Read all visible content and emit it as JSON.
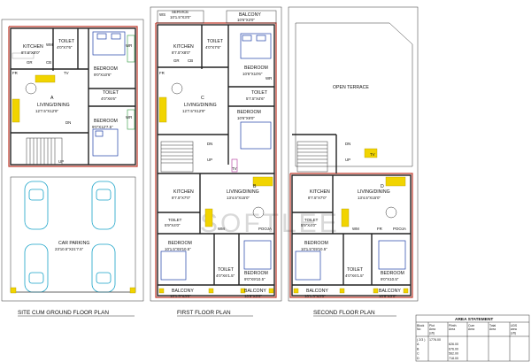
{
  "watermark": "SOFTLEE",
  "plans": {
    "ground": {
      "caption": "SITE CUM GROUND  FLOOR PLAN",
      "kitchen": "KITCHEN",
      "kitchen_dim": "8'7.5\"X8'0\"",
      "wm": "WM",
      "gr": "GR",
      "cb": "CB",
      "fr": "FR",
      "tv": "TV",
      "dn": "DN",
      "toilet_top": "TOILET",
      "toilet_top_dim": "4'0\"X7'6\"",
      "bedroom_top": "BEDROOM",
      "bedroom_top_dim": "9'0\"X10'6\"",
      "wr_top": "WR",
      "unit": "A",
      "living": "LIVING/DINING",
      "living_dim": "12'7.5\"X12'9\"",
      "toilet_mid": "TOILET",
      "toilet_mid_dim": "4'0\"X6'6\"",
      "bedroom_mid": "BEDROOM",
      "bedroom_mid_dim": "9'0\"X12'7.5\"",
      "wr_mid": "WR",
      "up": "UP",
      "car_parking": "CAR PARKING",
      "car_parking_dim": "23'10.5\"X21'7.5\""
    },
    "first": {
      "caption": "FIRST FLOOR PLAN",
      "service": "SERVICE",
      "service_dim": "10'1.5\"X3'0\"",
      "ws": "WS",
      "balcony_top": "BALCONY",
      "balcony_top_dim": "10'6\"X3'0\"",
      "kitchen": "KITCHEN",
      "kitchen_dim": "8'7.5\"X8'0\"",
      "toilet_top": "TOILET",
      "toilet_top_dim": "4'0\"X7'6\"",
      "bedroom_top": "BEDROOM",
      "bedroom_top_dim": "10'6\"X10'6\"",
      "wr": "WR",
      "fr": "FR",
      "cb": "CB",
      "gr": "GR",
      "unit_c": "C",
      "living_c": "LIVING/DINING",
      "living_c_dim": "12'7.5\"X12'9\"",
      "toilet_mid": "TOILET",
      "toilet_mid_dim": "5'7.5\"X4'6\"",
      "bedroom_mid": "BEDROOM",
      "bedroom_mid_dim": "10'6\"X9'0\"",
      "dn": "DN",
      "up": "UP",
      "tv": "TV",
      "unit_b": "B",
      "kitchen_b": "KITCHEN",
      "kitchen_b_dim": "8'7.5\"X7'0\"",
      "living_b": "LIVING/DINING",
      "living_b_dim": "13'4.5\"X15'0\"",
      "toilet_b": "TOILET",
      "toilet_b_dim": "5'9\"X4'0\"",
      "pooja": "POOJA",
      "wm": "WM",
      "bedroom_l": "BEDROOM",
      "bedroom_l_dim": "10'1.5\"X9'10.5\"",
      "toilet_low": "TOILET",
      "toilet_low_dim": "4'0\"X6'1.5\"",
      "bedroom_r": "BEDROOM",
      "bedroom_r_dim": "9'0\"X9'10.5\"",
      "balcony_l": "BALCONY",
      "balcony_l_dim": "10'1.5\"X3'0\"",
      "balcony_r": "BALCONY",
      "balcony_r_dim": "10'6\"X3'0\""
    },
    "second": {
      "caption": "SECOND  FLOOR PLAN",
      "terrace": "OPEN TERRACE",
      "unit_d": "D",
      "kitchen": "KITCHEN",
      "kitchen_dim": "8'7.5\"X7'0\"",
      "living": "LIVING/DINING",
      "living_dim": "13'4.5\"X15'0\"",
      "toilet": "TOILET",
      "toilet_dim": "5'9\"X4'0\"",
      "pooja": "POOJA",
      "wm": "WM",
      "fr": "FR",
      "dn": "DN",
      "tv": "TV",
      "up": "UP",
      "bedroom_l": "BEDROOM",
      "bedroom_l_dim": "10'1.5\"X9'10.5\"",
      "toilet_low": "TOILET",
      "toilet_low_dim": "4'0\"X6'1.5\"",
      "bedroom_r": "BEDROOM",
      "bedroom_r_dim": "9'0\"X10.5\"",
      "balcony_l": "BALCONY",
      "balcony_l_dim": "10'1.5\"X3'0\"",
      "balcony_r": "BALCONY",
      "balcony_r_dim": "10'6\"X3'0\""
    }
  },
  "area_statement": {
    "title": "AREA STATEMENT",
    "headers": [
      "Block No",
      "Plot Area (sft)",
      "Plinth Area",
      "Cum Area",
      "Total Area",
      "UDS area (sft)"
    ],
    "rows": [
      [
        "( 2/3 )",
        "1776.00",
        "",
        "",
        "",
        ""
      ],
      [
        "A",
        "",
        "626.00",
        "",
        "",
        ""
      ],
      [
        "B",
        "",
        "676.00",
        "",
        "",
        ""
      ],
      [
        "C",
        "",
        "562.00",
        "",
        "",
        ""
      ],
      [
        "D",
        "",
        "718.00",
        "",
        "",
        ""
      ]
    ]
  }
}
